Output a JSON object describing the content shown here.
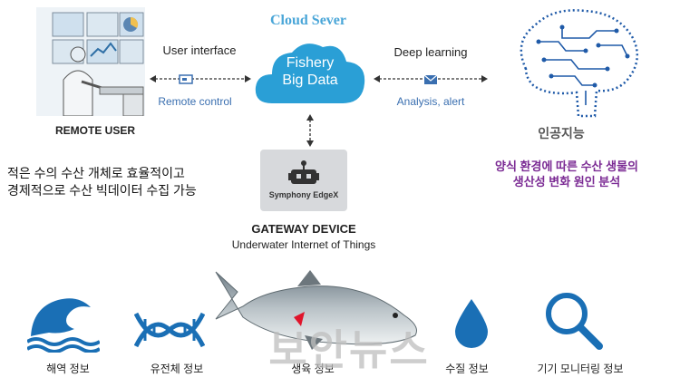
{
  "cloud": {
    "title": "Cloud Sever",
    "line1": "Fishery",
    "line2": "Big Data"
  },
  "left_link": {
    "top_label": "User interface",
    "bottom_label": "Remote control"
  },
  "right_link": {
    "top_label": "Deep learning",
    "bottom_label": "Analysis, alert"
  },
  "remote_user": {
    "label": "REMOTE USER"
  },
  "ai": {
    "label": "인공지능",
    "caption_line1": "양식 환경에 따른 수산 생물의",
    "caption_line2": "생산성 변화 원인 분석"
  },
  "left_caption": {
    "line1": "적은 수의 수산 개체로 효율적이고",
    "line2": "경제적으로 수산 빅데이터 수집 가능"
  },
  "gateway": {
    "brand": "Symphony EdgeX",
    "title": "GATEWAY DEVICE",
    "subtitle": "Underwater Internet of Things"
  },
  "info_items": [
    {
      "label": "해역 정보",
      "icon": "wave-icon"
    },
    {
      "label": "유전체 정보",
      "icon": "dna-icon"
    },
    {
      "label": "생육 정보",
      "icon": "salmon-icon"
    },
    {
      "label": "수질 정보",
      "icon": "water-drop-icon"
    },
    {
      "label": "기기 모니터링 정보",
      "icon": "magnifier-icon"
    }
  ],
  "watermark": "보안뉴스",
  "colors": {
    "cloud": "#2a9fd6",
    "link_blue": "#3a6fb0",
    "brain_blue": "#1f5aa8",
    "caption_purple": "#7b2b94",
    "icon_blue": "#1a6fb5"
  }
}
